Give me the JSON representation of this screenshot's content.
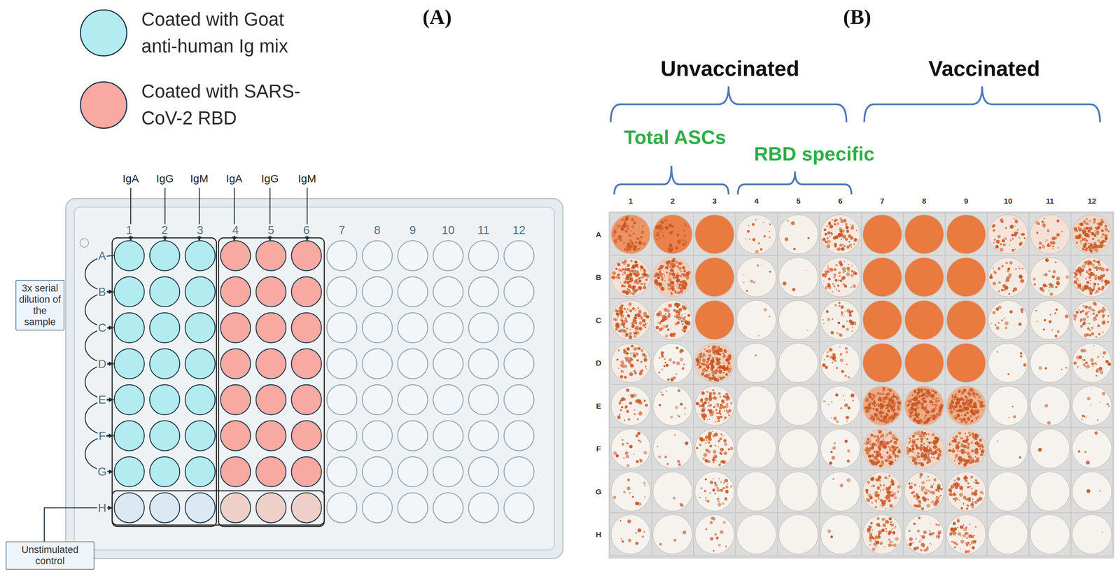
{
  "diagram": {
    "nodes": [
      {
        "text": [
          "3x serial dilution of the sample"
        ]
      },
      {
        "text": [
          "Unstimulated control"
        ]
      }
    ],
    "labels": [
      "(A)",
      "(B)",
      "IgA",
      "IgG",
      "IgM",
      "IgA",
      "IgG",
      "IgM",
      "1",
      "2",
      "3",
      "4",
      "5",
      "6",
      "7",
      "8",
      "9",
      "10",
      "11",
      "12",
      "A",
      "B",
      "C",
      "D",
      "E",
      "F",
      "G",
      "H",
      "Unvaccinated",
      "Vaccinated",
      "Total ASCs",
      "RBD specific",
      "1",
      "2",
      "3",
      "4",
      "5",
      "6",
      "7",
      "8",
      "9",
      "10",
      "11",
      "12",
      "A",
      "B",
      "C",
      "D",
      "E",
      "F",
      "G",
      "H"
    ],
    "legend": [
      {
        "text": "Coated with Goat anti-human Ig mix",
        "color": "#b3ecf0"
      },
      {
        "text": "Coated with SARS-CoV-2 RBD",
        "color": "#f7a9a2"
      }
    ]
  }
}
